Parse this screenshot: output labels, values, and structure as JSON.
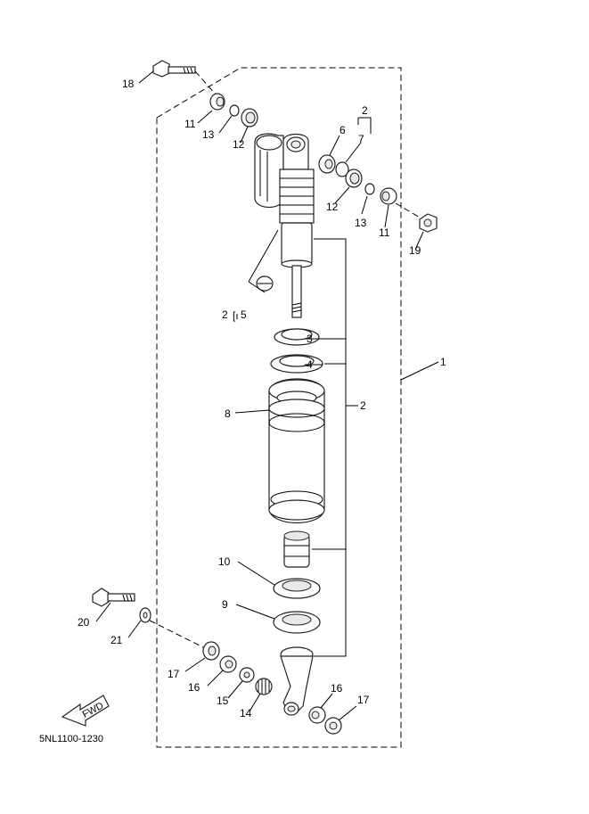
{
  "diagram_code": "5NL1100-1230",
  "fwd_label": "FWD",
  "callouts": {
    "c1": "1",
    "c2_top": "2",
    "c2_mid": "2",
    "c2_left": "2",
    "c3": "3",
    "c4": "4",
    "c5": "5",
    "c6": "6",
    "c7": "7",
    "c8": "8",
    "c9": "9",
    "c10": "10",
    "c11_left": "11",
    "c11_right": "11",
    "c12_left": "12",
    "c12_right": "12",
    "c13_left": "13",
    "c13_right": "13",
    "c14": "14",
    "c15": "15",
    "c16_left": "16",
    "c16_right": "16",
    "c17_left": "17",
    "c17_right": "17",
    "c18": "18",
    "c19": "19",
    "c20": "20",
    "c21": "21"
  }
}
